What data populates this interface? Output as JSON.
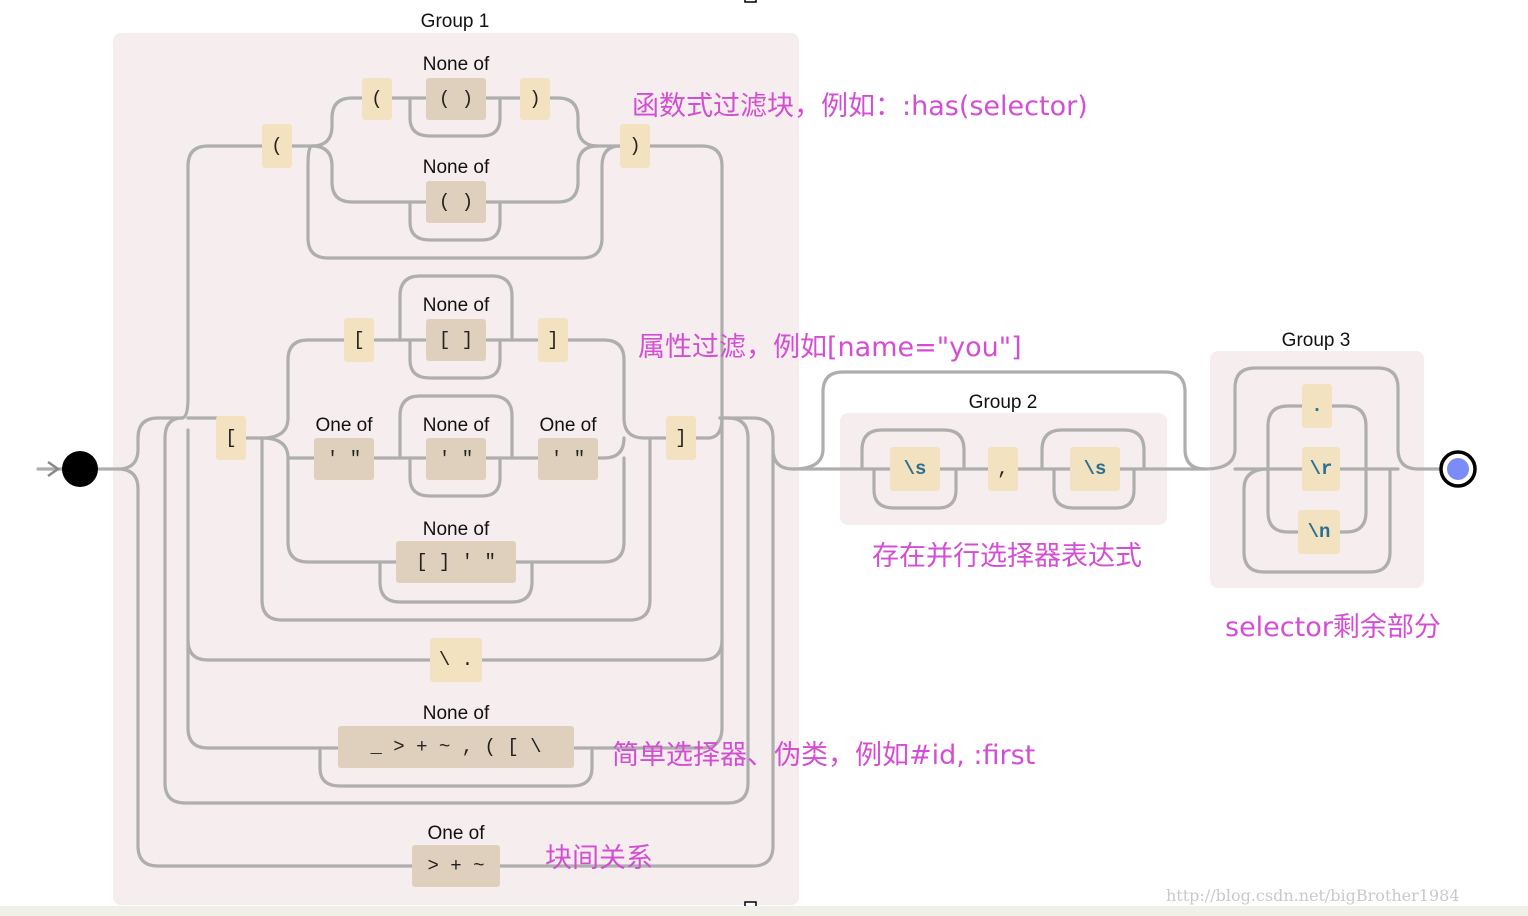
{
  "groups": {
    "g1": "Group 1",
    "g2": "Group 2",
    "g3": "Group 3"
  },
  "labels": {
    "none_of": "None of",
    "one_of": "One of"
  },
  "literals": {
    "lparen": "(",
    "rparen": ")",
    "parens": "( )",
    "lbracket": "[",
    "rbracket": "]",
    "brackets": "[ ]",
    "quotes": "' \"",
    "brackets_quotes": "[ ] ' \"",
    "escaped_dot": "\\ .",
    "specials": "_ > + ~ , ( [ \\",
    "combinators": "> + ~",
    "ws": "\\s",
    "comma": ",",
    "dot": ".",
    "cr": "\\r",
    "lf": "\\n"
  },
  "annotations": {
    "func_filter": "函数式过滤块，例如：:has(selector)",
    "attr_filter": "属性过滤，例如[name=\"you\"]",
    "simple_selector": "简单选择器、伪类，例如#id, :first",
    "block_relation": "块间关系",
    "parallel": "存在并行选择器表达式",
    "rest": "selector剩余部分"
  },
  "watermark": "http://blog.csdn.net/bigBrother1984",
  "colors": {
    "annotation": "#d44ed4",
    "group_bg": "#f6eeee",
    "literal_bg": "#f3e2bf",
    "charclass_bg": "#dfcfbd",
    "wire": "#aeaeae",
    "end_node": "#7b8cf7"
  }
}
